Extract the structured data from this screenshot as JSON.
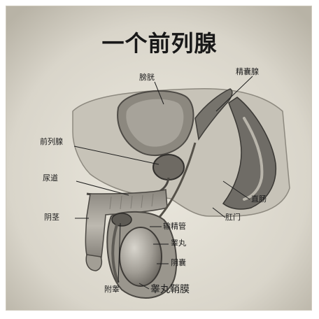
{
  "title": "一个前列腺",
  "labels": {
    "bladder": "膀胱",
    "seminal_vesicle": "精囊腺",
    "prostate": "前列腺",
    "urethra": "尿道",
    "penis": "阴茎",
    "vas_deferens": "输精管",
    "testis": "睾丸",
    "scrotum": "阴囊",
    "epididymis": "附睾",
    "tunica_vaginalis": "睾丸鞘膜",
    "rectum": "直肠",
    "anus": "肛门"
  },
  "colors": {
    "paper": "#dedbd0",
    "tissue_dark": "#6f6c66",
    "tissue_mid": "#9b978e",
    "tissue_light": "#c9c5ba",
    "leader_line": "#1e1e1e"
  }
}
